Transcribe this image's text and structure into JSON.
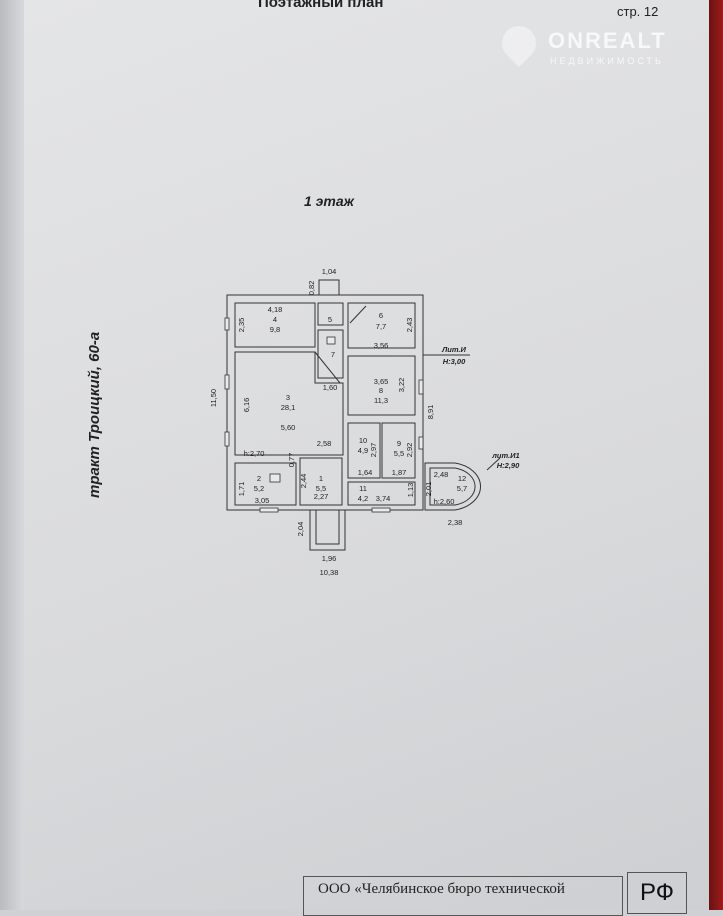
{
  "header": {
    "title": "Поэтажный план",
    "page": "стр. 12"
  },
  "watermark": {
    "brand": "ONREALT",
    "sub": "НЕДВИЖИМОСТЬ"
  },
  "floor_label": "1 этаж",
  "street": "тракт Троицкий, 60-а",
  "lit": {
    "main": "Лит.И",
    "main_h": "H:3,00",
    "ext": "лит.И1",
    "ext_h": "H:2,90"
  },
  "rooms": [
    {
      "num": "1",
      "area": "5,5"
    },
    {
      "num": "2",
      "area": "5,2"
    },
    {
      "num": "3",
      "area": "28,1"
    },
    {
      "num": "4",
      "area": "9,8"
    },
    {
      "num": "5",
      "area": ""
    },
    {
      "num": "6",
      "area": "7,7"
    },
    {
      "num": "7",
      "area": ""
    },
    {
      "num": "8",
      "area": "11,3"
    },
    {
      "num": "9",
      "area": "5,5"
    },
    {
      "num": "10",
      "area": "4,9"
    },
    {
      "num": "11",
      "area": "4,2"
    },
    {
      "num": "12",
      "area": "5,7"
    }
  ],
  "dims": {
    "d104": "1,04",
    "d082": "0,82",
    "d418": "4,18",
    "d235": "2,35",
    "d243": "2,43",
    "d356": "3,56",
    "d365": "3,65",
    "d322": "3,22",
    "d1150": "11,50",
    "d616": "6,16",
    "d560": "5,60",
    "d160": "1,60",
    "d891": "8,91",
    "d258": "2,58",
    "d297": "2,97",
    "d292": "2,92",
    "d077": "0,77",
    "d244": "2,44",
    "d171": "1,71",
    "d305": "3,05",
    "d227": "2,27",
    "d164": "1,64",
    "d187": "1,87",
    "d113": "1,13",
    "d374": "3,74",
    "d248": "2,48",
    "d201": "2,01",
    "d238": "2,38",
    "d204": "2,04",
    "d196": "1,96",
    "d1038": "10,38",
    "h270": "h:2,70",
    "h260": "h:2,60"
  },
  "footer": {
    "org": "ООО «Челябинское бюро технической",
    "stamp": "РФ"
  }
}
